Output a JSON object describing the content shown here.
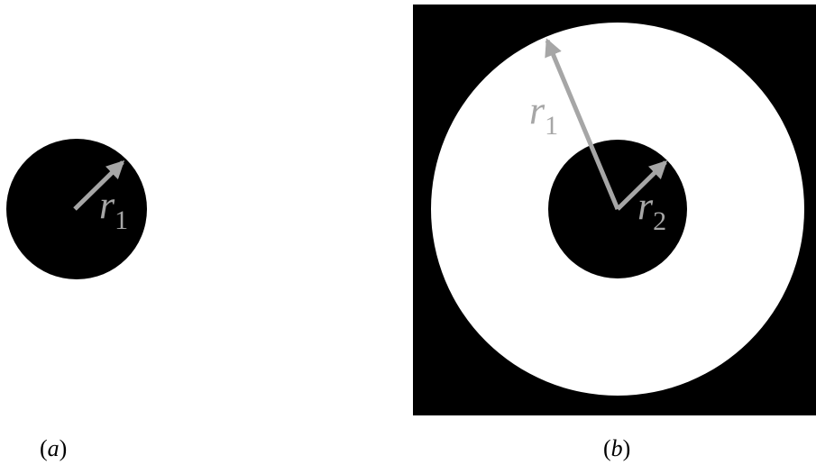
{
  "panel_a": {
    "radius_label": "r",
    "radius_subscript": "1",
    "caption_open": "(",
    "caption_letter": "a",
    "caption_close": ")"
  },
  "panel_b": {
    "outer_radius_label": "r",
    "outer_radius_subscript": "1",
    "inner_radius_label": "r",
    "inner_radius_subscript": "2",
    "caption_open": "(",
    "caption_letter": "b",
    "caption_close": ")"
  },
  "colors": {
    "fill_dark": "#000000",
    "fill_light": "#ffffff",
    "arrow": "#a6a6a6",
    "label": "#a6a6a6"
  }
}
